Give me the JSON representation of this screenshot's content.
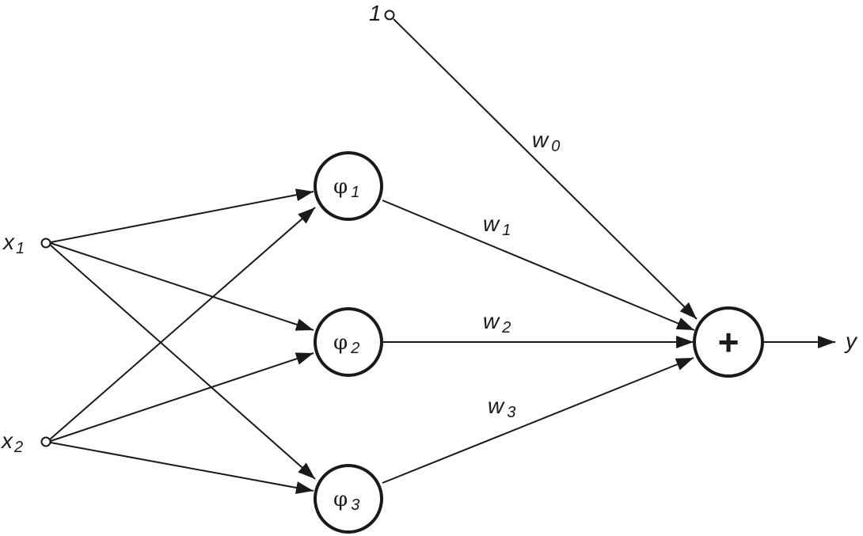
{
  "inputs": {
    "x1": {
      "main": "x",
      "sub": "1"
    },
    "x2": {
      "main": "x",
      "sub": "2"
    },
    "bias": "1"
  },
  "hidden": {
    "phi1": {
      "main": "φ",
      "sub": "1"
    },
    "phi2": {
      "main": "φ",
      "sub": "2"
    },
    "phi3": {
      "main": "φ",
      "sub": "3"
    }
  },
  "weights": {
    "w0": {
      "main": "w",
      "sub": "0"
    },
    "w1": {
      "main": "w",
      "sub": "1"
    },
    "w2": {
      "main": "w",
      "sub": "2"
    },
    "w3": {
      "main": "w",
      "sub": "3"
    }
  },
  "sum_node": "+",
  "output": "y"
}
